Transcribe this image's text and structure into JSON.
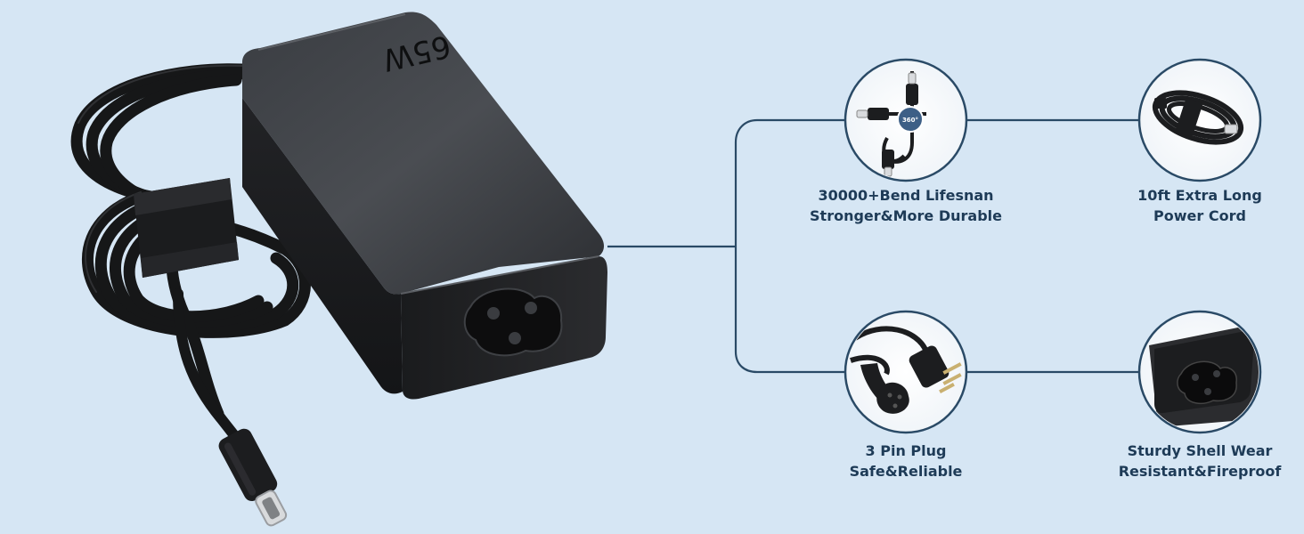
{
  "product": {
    "wattage_label": "65W",
    "accent_color": "#2a4a66"
  },
  "features": [
    {
      "icon": "usb-c-cable-360-bend-icon",
      "line1": "30000+Bend Lifesnan",
      "line2": "Stronger&More Durable"
    },
    {
      "icon": "coiled-power-cord-icon",
      "line1": "10ft Extra Long",
      "line2": "Power Cord"
    },
    {
      "icon": "three-pin-plug-icon",
      "line1": "3 Pin Plug",
      "line2": "Safe&Reliable"
    },
    {
      "icon": "adapter-shell-icon",
      "line1": "Sturdy Shell Wear",
      "line2": "Resistant&Fireproof"
    }
  ],
  "badge": {
    "text": "360°"
  }
}
